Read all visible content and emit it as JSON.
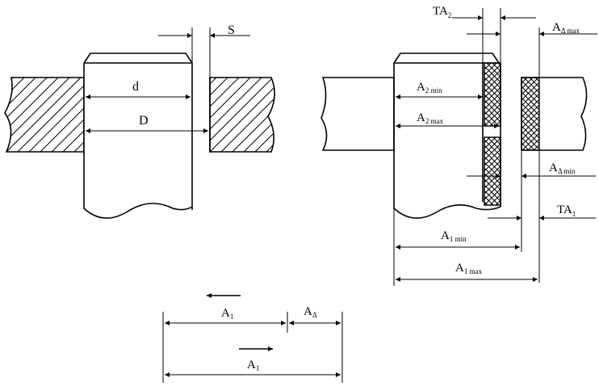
{
  "left_fit": {
    "gap_label": "S",
    "shaft_label": "d",
    "hole_label": "D"
  },
  "right_fit": {
    "tolerance_shaft": {
      "main": "TA",
      "sub": "2"
    },
    "gap_max": {
      "main": "A",
      "sub": "Δ max"
    },
    "shaft_min": {
      "main": "A",
      "sub": "2 min"
    },
    "shaft_max": {
      "main": "A",
      "sub": "2 max"
    },
    "gap_min": {
      "main": "A",
      "sub": "Δ min"
    },
    "tolerance_hole": {
      "main": "TA",
      "sub": "1"
    },
    "hole_min": {
      "main": "A",
      "sub": "1 min"
    },
    "hole_max": {
      "main": "A",
      "sub": "1 max"
    }
  },
  "chain": {
    "reducing_link": {
      "main": "A",
      "sub": "1"
    },
    "closing_link": {
      "main": "A",
      "sub": "Δ"
    },
    "increasing_link": {
      "main": "A",
      "sub": "1"
    }
  }
}
